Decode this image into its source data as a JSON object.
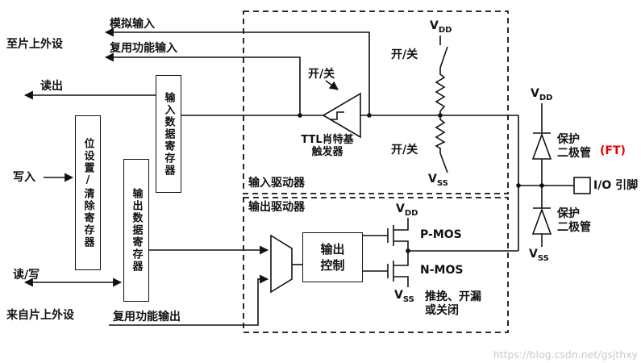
{
  "diagram": {
    "labels": {
      "to_onchip": "至片上外设",
      "analog_input": "模拟输入",
      "af_input": "复用功能输入",
      "read": "读出",
      "write": "写入",
      "read_write": "读/写",
      "af_output": "复用功能输出",
      "from_onchip": "来自片上外设"
    },
    "registers": {
      "input_data": "输入数据寄存器",
      "bit_set_clear": "位设置/清除寄存器",
      "output_data": "输出数据寄存器"
    },
    "input_driver": {
      "title": "输入驱动器",
      "schmitt_enable": "开/关",
      "schmitt_name": "TTL肖特基\n触发器",
      "pullup_switch": "开/关",
      "pulldown_switch": "开/关"
    },
    "output_driver": {
      "title": "输出驱动器",
      "control": "输出\n控制",
      "pmos": "P-MOS",
      "nmos": "N-MOS",
      "mode": "推挽、开漏\n或关闭"
    },
    "pin": {
      "protect_top": "保护\n二极管",
      "ft": "(FT)",
      "protect_bottom": "保护\n二极管",
      "io_pin": "I/O 引脚"
    },
    "supply": {
      "v": "V",
      "dd": "DD",
      "ss": "SS"
    },
    "colors": {
      "line": "#111111",
      "ft_red": "#e60000",
      "watermark": "#c9c9c9"
    },
    "watermark": "https://blog.csdn.net/gsjthxy"
  }
}
